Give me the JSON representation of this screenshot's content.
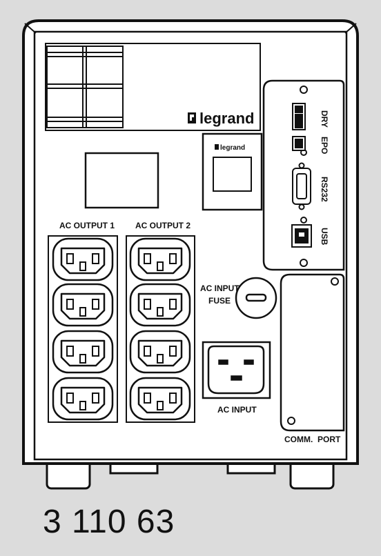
{
  "device": {
    "brand_logo": "legrand",
    "front_panel": {
      "ac_output_1_label": "AC OUTPUT 1",
      "ac_output_2_label": "AC OUTPUT 2",
      "ac_input_fuse_label_line1": "AC INPUT",
      "ac_input_fuse_label_line2": "FUSE",
      "ac_input_label": "AC INPUT",
      "comm_port_label": "COMM.  PORT"
    },
    "interface_panel": {
      "dry_label": "DRY",
      "epo_label": "EPO",
      "rs232_label": "RS232",
      "usb_label": "USB"
    },
    "outlet_groups": [
      {
        "name": "AC OUTPUT 1",
        "outlet_count": 4
      },
      {
        "name": "AC OUTPUT 2",
        "outlet_count": 4
      }
    ],
    "colors": {
      "outline": "#111111",
      "panel": "#ffffff",
      "background": "#dcdcdc"
    }
  },
  "caption": {
    "product_code": "3 110 63"
  }
}
